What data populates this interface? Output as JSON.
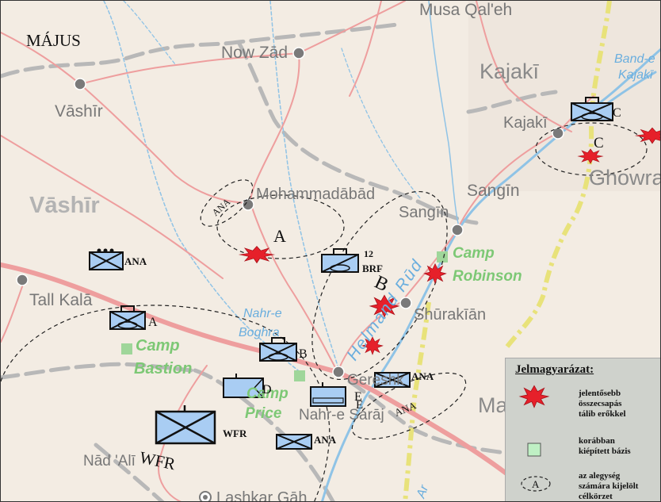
{
  "month_label": "MÁJUS",
  "place_names": {
    "musa_qala": "Musa Qal'eh",
    "now_zad": "Now Zād",
    "kajaki_region": "Kajakī",
    "band_e_kajaki_1": "Band-e",
    "band_e_kajaki_2": "Kajakī",
    "vashir_town": "Vāshīr",
    "kajaki_town": "Kajakī",
    "ghowrak": "Ghowra",
    "mohammadabad": "Mohammadābād",
    "sangin_district": "Sangīn",
    "sangin_town": "Sangīn",
    "vashir_district": "Vāshīr",
    "camp_robinson_1": "Camp",
    "camp_robinson_2": "Robinson",
    "tall_kala": "Tall Kalā",
    "shurakian": "Shūrakīān",
    "nahr_e_boghra_1": "Nahr-e",
    "nahr_e_boghra_2": "Boghra",
    "camp_bastion_1": "Camp",
    "camp_bastion_2": "Bastion",
    "helmand_rud": "Helmand Rūd",
    "gereshk": "Gereshk",
    "camp_price_1": "Camp",
    "camp_price_2": "Price",
    "nahr_e_saraj": "Nahr-e Sarāj",
    "ma_partial": "Ma",
    "nad_ali": "Nād 'Alī",
    "lashkar_gah": "Lashkar Gāh",
    "ar_partial": "Ar"
  },
  "unit_labels": {
    "ana_west": "ANA",
    "a_unit": "A",
    "brf_number": "12",
    "brf": "BRF",
    "b_unit": "B",
    "c_unit": "C",
    "d_unit": "D",
    "e_unit": "E",
    "ana_gereshk": "ANA",
    "wfr_unit": "WFR",
    "ana_south": "ANA"
  },
  "zone_labels": {
    "a": "A",
    "b": "B",
    "c": "C",
    "ana_north": "ANA",
    "ana_east": "ANA",
    "wfr": "WFR",
    "e": "E"
  },
  "legend": {
    "title": "Jelmagyarázat:",
    "clash_1": "jelentősebb",
    "clash_2": "összecsapás",
    "clash_3": "tálib erőkkel",
    "base_1": "korábban",
    "base_2": "kiépített bázis",
    "zone_1": "az alegység",
    "zone_2": "számára kijelölt",
    "zone_3": "célkörzet",
    "zone_symbol": "A"
  },
  "colors": {
    "map_bg": "#f3ece3",
    "road": "#ee9e9e",
    "river": "#8fc3e6",
    "river_label": "#6aaede",
    "boundary": "#b8b8b8",
    "yellow_border": "#e8e27a",
    "unit_fill": "#a9cdf3",
    "clash": "#e6202a",
    "base": "#9fd69a",
    "place_label": "#777777",
    "camp_label": "#7dc875"
  }
}
